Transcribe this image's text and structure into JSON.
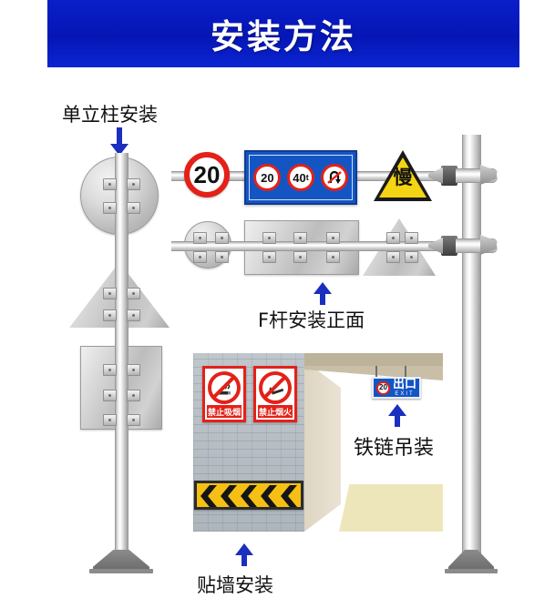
{
  "header": {
    "title": "安装方法",
    "bg_color": "#0a1fc9",
    "text_color": "#ffffff"
  },
  "labels": {
    "single_pole": "单立柱安装",
    "f_pole_front": "F杆安装正面",
    "chain_hoist": "铁链吊装",
    "wall_mount": "贴墙安装"
  },
  "arrows": {
    "color": "#1a2fc0",
    "single_pole_dir": "down",
    "f_pole_dir": "up",
    "chain_dir": "up",
    "wall_dir": "up"
  },
  "signs": {
    "speed_limit": {
      "value": "20",
      "ring_color": "#e32119",
      "face_color": "#ffffff"
    },
    "blue_combo": {
      "bg_color": "#1455c4",
      "items": [
        {
          "value": "20",
          "unit": ""
        },
        {
          "value": "40",
          "unit": "t"
        },
        {
          "value": "↷",
          "unit": ""
        }
      ]
    },
    "warning_slow": {
      "char": "慢",
      "bg_color": "#f5d413",
      "border_color": "#1a1a1a"
    },
    "prohibition": [
      {
        "text": "禁止吸烟",
        "glyph": "🚬",
        "color": "#e32119"
      },
      {
        "text": "禁止烟火",
        "glyph": "🔥",
        "color": "#e32119"
      }
    ],
    "chevron": {
      "count": 5,
      "bg_color": "#f5c013",
      "chevron_color": "#151515"
    },
    "exit_sign": {
      "speed": "20",
      "cn": "出口",
      "en": "EXIT",
      "bg_color": "#1455c4"
    }
  },
  "blank_panels": {
    "left_pole": [
      "circle",
      "triangle",
      "rectangle"
    ],
    "f_pole_back": [
      "circle",
      "rectangle",
      "triangle"
    ]
  }
}
